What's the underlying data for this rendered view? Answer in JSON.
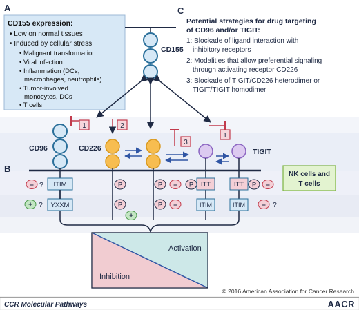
{
  "panel_labels": {
    "a": "A",
    "b": "B",
    "c": "C"
  },
  "box_a": {
    "title": "CD155 expression:",
    "lines": [
      "• Low on normal tissues",
      "• Induced by cellular stress:",
      "• Malignant transformation",
      "• Viral infection",
      "• Inflammation (DCs,",
      "macrophages, neutrophils)",
      "• Tumor-involved",
      "monocytes, DCs",
      "• T cells"
    ]
  },
  "box_c": {
    "title_lines": [
      "Potential strategies for drug targeting",
      "of CD96 and/or TIGIT:"
    ],
    "lines": [
      "1: Blockade of ligand interaction with",
      "inhibitory receptors",
      "2: Modalities that allow preferential signaling",
      "through activating receptor CD226",
      "3: Blockade of TIGIT/CD226 heterodimer or",
      "TIGIT/TIGIT homodimer"
    ]
  },
  "receptors": {
    "cd155": "CD155",
    "cd96": "CD96",
    "cd226": "CD226",
    "tigit": "TIGIT"
  },
  "strategy_badges": [
    "1",
    "2",
    "3",
    "1"
  ],
  "motifs": {
    "itim": "ITIM",
    "yxxm": "YXXM",
    "itt": "ITT",
    "p": "P"
  },
  "signs": {
    "minus": "–",
    "plus": "+",
    "question": "?"
  },
  "cells_label": [
    "NK cells and",
    "T cells"
  ],
  "balance": {
    "activation": "Activation",
    "inhibition": "Inhibition"
  },
  "copyright": "© 2016 American Association for Cancer Research",
  "footer": {
    "left": "CCR Molecular Pathways",
    "right": "AACR"
  },
  "colors": {
    "blue_circle": "#d6e8f6",
    "orange_circle": "#f7bd50",
    "purple_circle": "#dccaf0",
    "pink_motif": "#f4cfd6",
    "green_plus": "#c3e6c3",
    "cells_box": "#e3f3d0",
    "badge_red": "#c23b4c",
    "activation_fill": "#cde8e8",
    "inhibition_fill": "#f1ccd1"
  }
}
